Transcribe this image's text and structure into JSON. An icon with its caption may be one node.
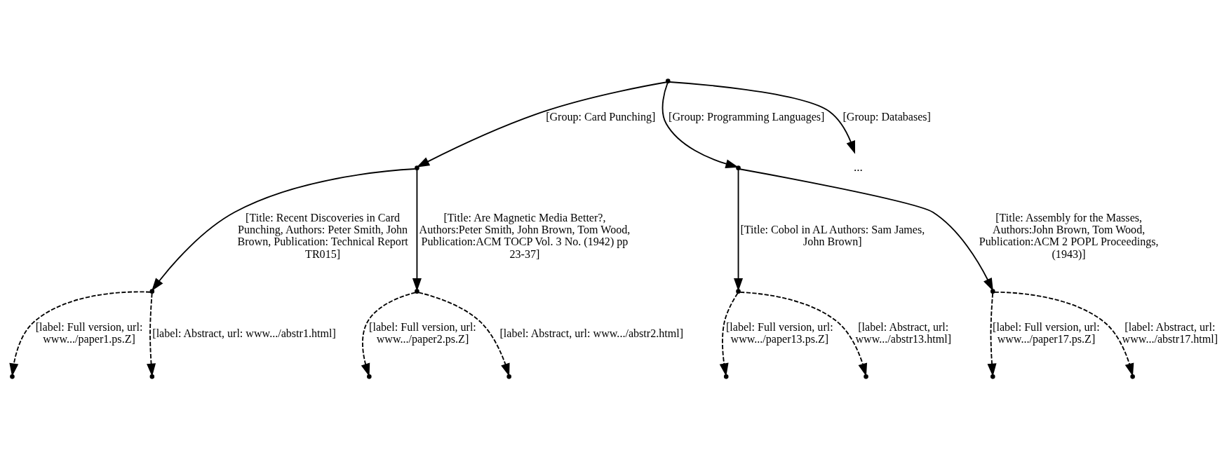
{
  "diagram": {
    "nodes": [
      {
        "text": [],
        "shape": "point"
      },
      {
        "text": [],
        "shape": "point"
      },
      {
        "text": [],
        "shape": "point"
      },
      {
        "text": [
          "..."
        ]
      },
      {
        "text": [],
        "shape": "point"
      },
      {
        "text": [],
        "shape": "point"
      },
      {
        "text": [],
        "shape": "point"
      },
      {
        "text": [],
        "shape": "point"
      },
      {
        "text": [],
        "shape": "point"
      },
      {
        "text": [],
        "shape": "point"
      },
      {
        "text": [],
        "shape": "point"
      },
      {
        "text": [],
        "shape": "point"
      },
      {
        "text": [],
        "shape": "point"
      },
      {
        "text": [],
        "shape": "point"
      },
      {
        "text": [],
        "shape": "point"
      },
      {
        "text": [],
        "shape": "point"
      }
    ],
    "edges": [
      {
        "from": 0,
        "to": 1,
        "arrow": "to",
        "label": "[Group: Card Punching]"
      },
      {
        "from": 0,
        "to": 2,
        "arrow": "to",
        "label": "[Group: Programming Languages]"
      },
      {
        "from": 0,
        "to": 3,
        "arrow": "to",
        "label": "[Group: Databases]"
      },
      {
        "from": 1,
        "to": 4,
        "arrow": "to",
        "label": "[Title: Recent Discoveries in Card Punching, Authors: Peter Smith, John Brown, Publication: Technical Report TR015]"
      },
      {
        "from": 1,
        "to": 5,
        "arrow": "to",
        "label": "[Title: Are Magnetic Media Better?, Authors:Peter Smith, John Brown, Tom Wood, Publication:ACM TOCP Vol. 3 No. (1942) pp 23-37]"
      },
      {
        "from": 2,
        "to": 6,
        "arrow": "to",
        "label": "[Title: Cobol in AL Authors: Sam James, John Brown]"
      },
      {
        "from": 2,
        "to": 7,
        "arrow": "to",
        "label": "[Title: Assembly for the Masses, Authors:John Brown, Tom Wood, Publication:ACM 2 POPL Proceedings, (1943)]"
      },
      {
        "from": 4,
        "to": 8,
        "arrow": "to",
        "style": "dashed",
        "label": "[label: Full version, url: www.../paper1.ps.Z]"
      },
      {
        "from": 4,
        "to": 9,
        "arrow": "to",
        "style": "dashed",
        "label": "[label: Abstract, url: www.../abstr1.html]"
      },
      {
        "from": 5,
        "to": 10,
        "arrow": "to",
        "style": "dashed",
        "label": "[label: Full version, url: www.../paper2.ps.Z]"
      },
      {
        "from": 5,
        "to": 11,
        "arrow": "to",
        "style": "dashed",
        "label": "[label: Abstract, url: www.../abstr2.html]"
      },
      {
        "from": 6,
        "to": 12,
        "arrow": "to",
        "style": "dashed",
        "label": "[label: Full version, url: www.../paper13.ps.Z]"
      },
      {
        "from": 6,
        "to": 13,
        "arrow": "to",
        "style": "dashed",
        "label": "[label: Abstract, url: www.../abstr13.html]"
      },
      {
        "from": 7,
        "to": 14,
        "arrow": "to",
        "style": "dashed",
        "label": "[label: Full version, url: www.../paper17.ps.Z]"
      },
      {
        "from": 7,
        "to": 15,
        "arrow": "to",
        "style": "dashed",
        "label": "[label: Abstract, url: www.../abstr17.html]"
      }
    ]
  }
}
